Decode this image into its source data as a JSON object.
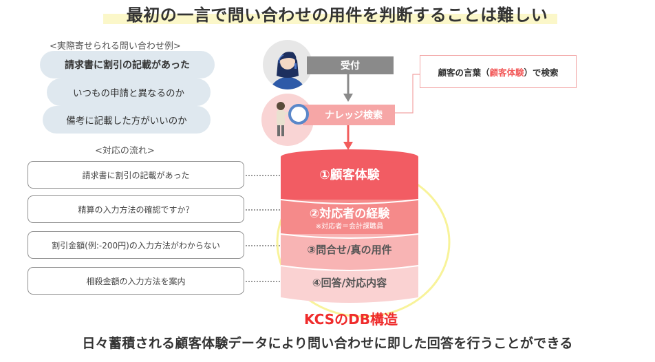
{
  "title": "最初の一言で問い合わせの用件を判断することは難しい",
  "examples": {
    "label": "<実際寄せられる問い合わせ例>",
    "items": [
      "請求書に割引の記載があった",
      "いつもの申請と異なるのか",
      "備考に記載した方がいいのか"
    ]
  },
  "flow": {
    "label": "<対応の流れ>",
    "items": [
      "請求書に割引の記載があった",
      "精算の入力方法の確認ですか？",
      "割引金額(例:-200円)の入力方法がわからない",
      "相殺金額の入力方法を案内"
    ]
  },
  "reception": {
    "label": "受付"
  },
  "knowledge": {
    "label": "ナレッジ検索"
  },
  "search_note": {
    "prefix": "顧客の言葉（",
    "highlight": "顧客体験",
    "suffix": "）で検索"
  },
  "db": {
    "layers": [
      {
        "label": "①顧客体験"
      },
      {
        "label": "②対応者の経験",
        "note": "※対応者＝会計課職員"
      },
      {
        "label": "③問合せ/真の用件"
      },
      {
        "label": "④回答/対応内容"
      }
    ],
    "caption": "KCSのDB構造"
  },
  "footer": "日々蓄積される顧客体験データにより問い合わせに即した回答を行うことができる",
  "colors": {
    "layer1": "#f25c63",
    "layer2": "#f58a8a",
    "layer3": "#f8b4b4",
    "layer4": "#fad2d2",
    "reception_bar": "#8a8a8a",
    "knowledge_bar": "#f6a6a6",
    "bubble": "#dfe8ef",
    "accent_red": "#ef2b2b"
  }
}
